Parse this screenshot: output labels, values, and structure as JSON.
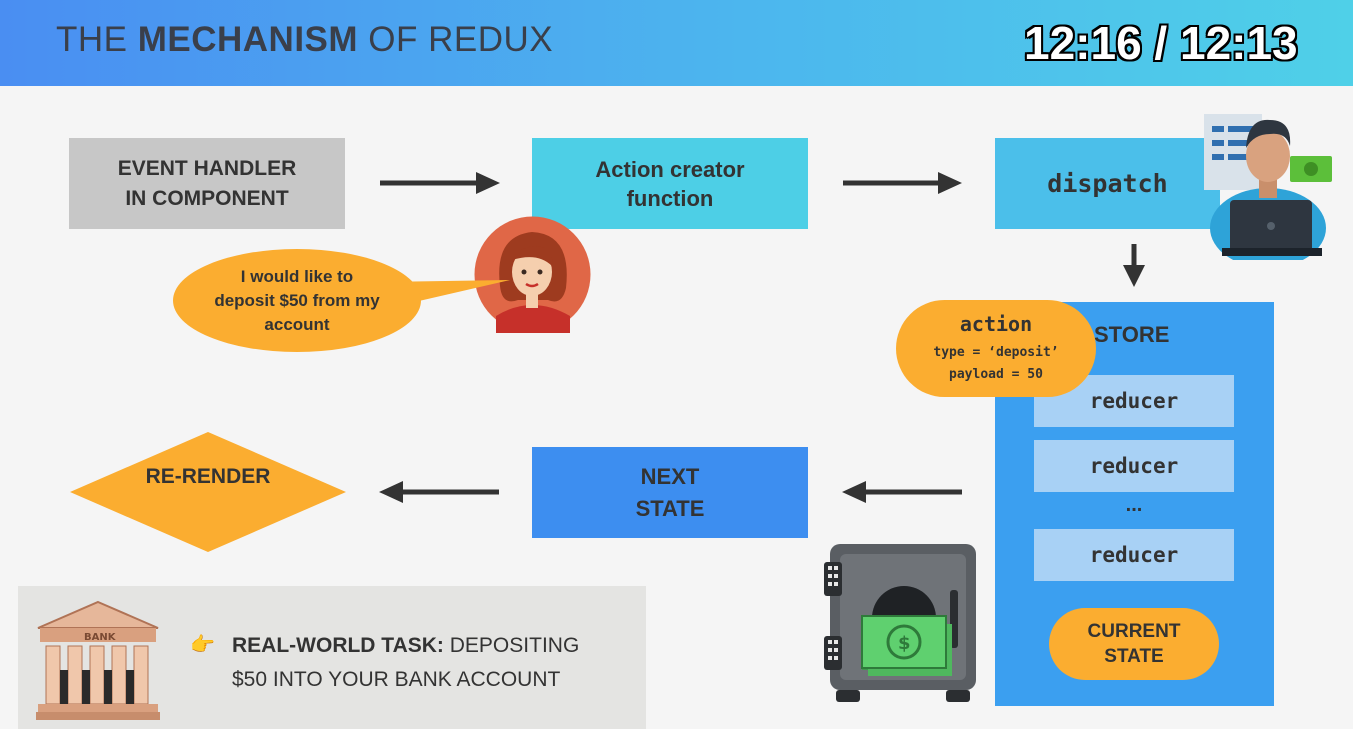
{
  "header": {
    "title_part1": "THE ",
    "title_bold": "MECHANISM",
    "title_part2": " OF REDUX",
    "timer": "12:16 / 12:13"
  },
  "nodes": {
    "event_handler": {
      "line1": "EVENT HANDLER",
      "line2": "IN COMPONENT"
    },
    "action_creator": {
      "line1": "Action creator",
      "line2": "function"
    },
    "dispatch": "dispatch",
    "next_state": {
      "line1": "NEXT",
      "line2": "STATE"
    },
    "rerender": "RE-RENDER",
    "store": {
      "label": "STORE",
      "reducers": [
        "reducer",
        "reducer",
        "reducer"
      ],
      "ellipsis": "...",
      "current_state": {
        "line1": "CURRENT",
        "line2": "STATE"
      }
    }
  },
  "speech_bubble": {
    "line1": "I would like to",
    "line2": "deposit $50 from my",
    "line3": "account"
  },
  "action_bubble": {
    "title": "action",
    "line1": "type = ‘deposit’",
    "line2": "payload = 50"
  },
  "task": {
    "pointer": "👉",
    "label": "REAL-WORLD TASK:",
    "text1": " DEPOSITING",
    "text2": "$50 INTO YOUR BANK ACCOUNT",
    "bank_sign": "BANK"
  },
  "colors": {
    "grey_box": "#c7c7c7",
    "cyan_box": "#4dcfe6",
    "blue_box": "#3d8ef0",
    "store_blue": "#3b9ff0",
    "reducer_blue": "#a8d1f5",
    "orange": "#fbad30",
    "arrow": "#333333"
  },
  "icons": [
    "customer-avatar-icon",
    "banker-avatar-icon",
    "vault-icon",
    "bank-building-icon"
  ]
}
